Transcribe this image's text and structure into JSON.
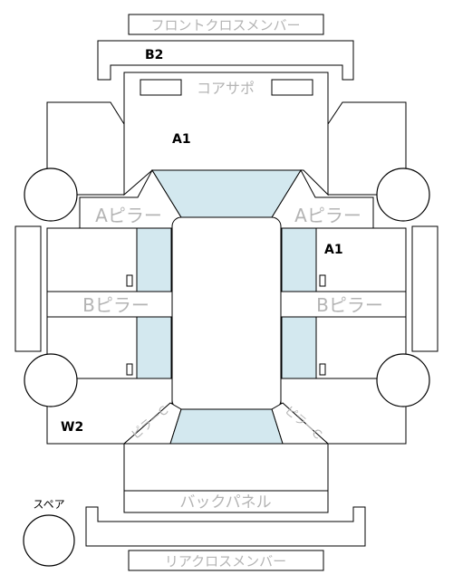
{
  "labels": {
    "front_cross_member": "フロントクロスメンバー",
    "core_support": "コアサポ",
    "a_pillar": "Aピラー",
    "b_pillar": "Bピラー",
    "back_panel": "バックパネル",
    "rear_cross_member": "リアクロスメンバー",
    "spare": "スペア",
    "pillar_c": "ピラーC"
  },
  "damage_codes": {
    "front_cross_member": "B2",
    "front_panel": "A1",
    "right_side": "A1",
    "rear_left": "W2"
  },
  "colors": {
    "glass": "#d3e8ef",
    "label_gray": "#b4b4b4",
    "line": "#000000"
  }
}
